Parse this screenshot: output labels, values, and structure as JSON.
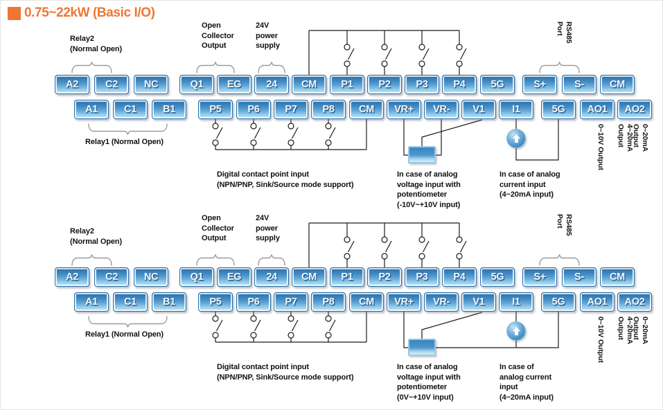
{
  "title": "0.75~22kW (Basic I/O)",
  "colors": {
    "accent_orange": "#ee7631",
    "terminal_blue": "#4289c3",
    "wire_black": "#1a1a1a",
    "bracket_gray": "#9a9a9a"
  },
  "terminals": {
    "row1": [
      "A2",
      "C2",
      "NC",
      "Q1",
      "EG",
      "24",
      "CM",
      "P1",
      "P2",
      "P3",
      "P4",
      "5G",
      "S+",
      "S-",
      "CM"
    ],
    "row2": [
      "A1",
      "C1",
      "B1",
      "P5",
      "P6",
      "P7",
      "P8",
      "CM",
      "VR+",
      "VR-",
      "V1",
      "I1",
      "5G",
      "AO1",
      "AO2"
    ]
  },
  "diagrams": [
    {
      "labels": {
        "relay2": [
          "Relay2",
          "(Normal Open)"
        ],
        "open_collector": [
          "Open",
          "Collector",
          "Output"
        ],
        "power_24v": [
          "24V",
          "power",
          "supply"
        ],
        "rs485": [
          "RS485",
          "Port"
        ],
        "relay1": "Relay1 (Normal Open)",
        "digital_input": [
          "Digital contact point input",
          "(NPN/PNP, Sink/Source mode support)"
        ],
        "voltage_input": [
          "In case of analog",
          "voltage input with",
          "potentiometer",
          "(-10V~+10V input)"
        ],
        "current_input": [
          "In case of analog",
          "current input",
          "(4~20mA input)"
        ],
        "output_0_10v": "0~10V Output",
        "output_4_20ma": "4~20mA Output",
        "output_0_20ma": "0~20mA Output"
      }
    },
    {
      "labels": {
        "relay2": [
          "Relay2",
          "(Normal Open)"
        ],
        "open_collector": [
          "Open",
          "Collector",
          "Output"
        ],
        "power_24v": [
          "24V",
          "power",
          "supply"
        ],
        "rs485": [
          "RS485",
          "Port"
        ],
        "relay1": "Relay1 (Normal Open)",
        "digital_input": [
          "Digital contact point input",
          "(NPN/PNP, Sink/Source mode support)"
        ],
        "voltage_input": [
          "In case of analog",
          "voltage input with",
          "potentiometer",
          "(0V~+10V input)"
        ],
        "current_input": [
          "In case of",
          "analog current",
          "input",
          "(4~20mA input)"
        ],
        "output_0_10v": "0~10V Output",
        "output_4_20ma": "4~20mA Output",
        "output_0_20ma": "0~20mA Output"
      }
    }
  ]
}
